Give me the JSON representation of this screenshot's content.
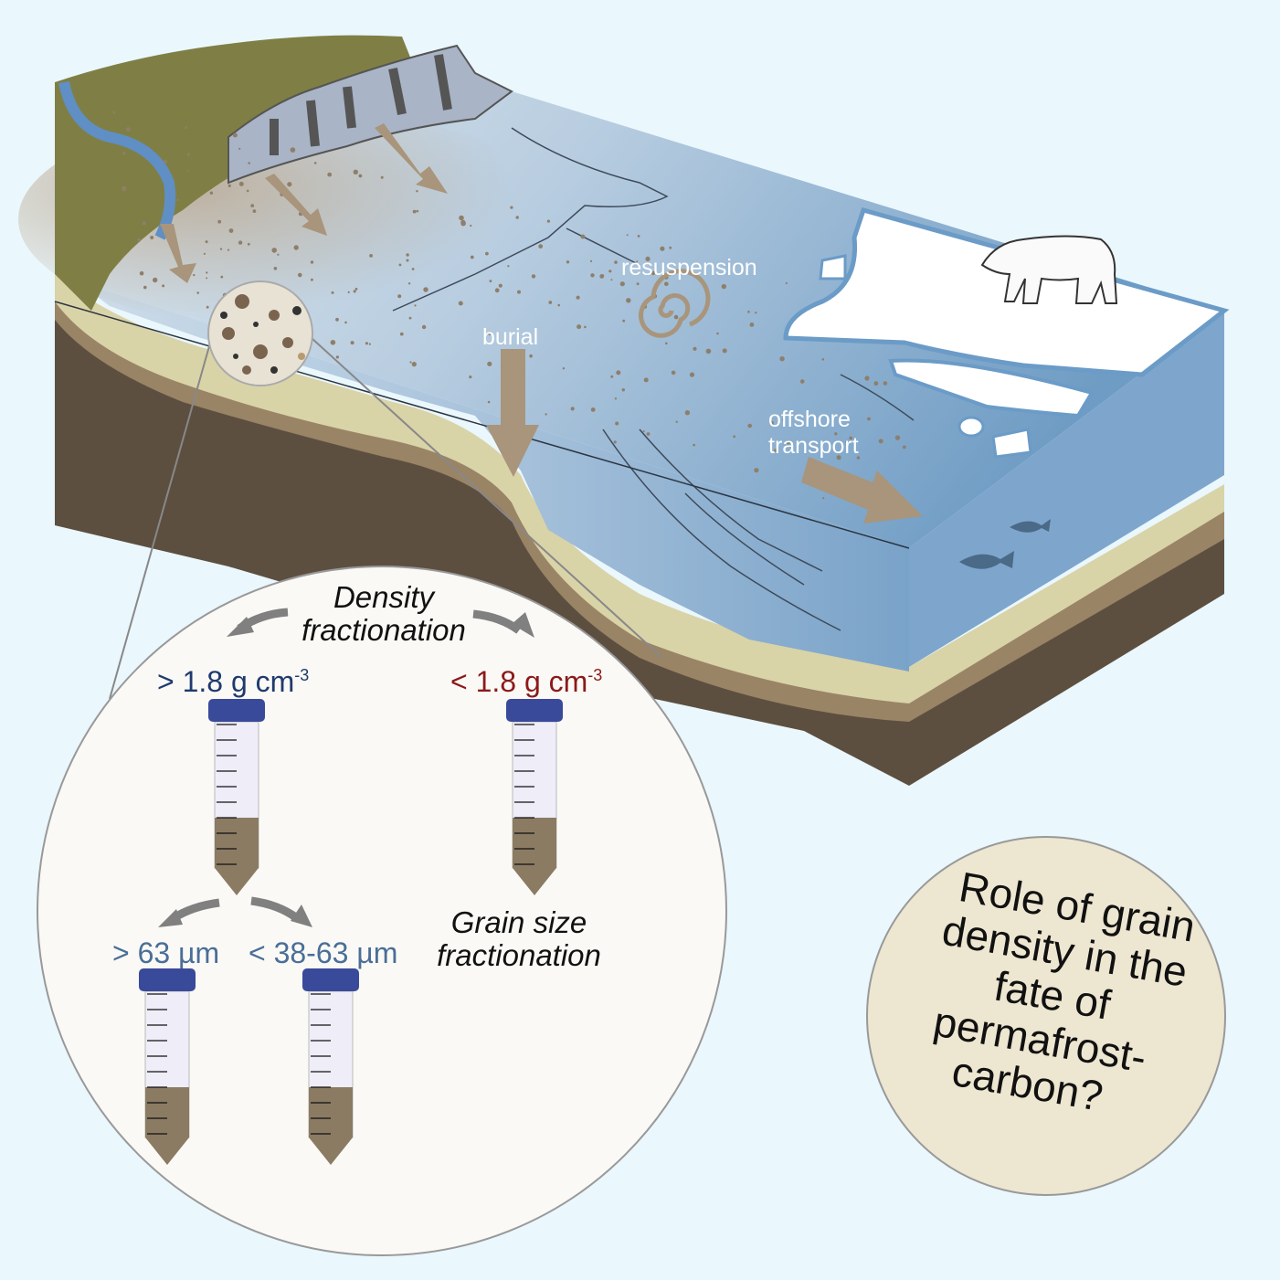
{
  "diagram": {
    "labels": {
      "resuspension": "resuspension",
      "burial": "burial",
      "offshore_line1": "offshore",
      "offshore_line2": "transport"
    },
    "inset": {
      "density_line1": "Density",
      "density_line2": "fractionation",
      "heavy_fraction": "> 1.8 g cm",
      "heavy_exp": "-3",
      "light_fraction": "< 1.8 g cm",
      "light_exp": "-3",
      "grain_line1": "Grain size",
      "grain_line2": "fractionation",
      "coarse_fraction": "> 63 µm",
      "fine_fraction": "< 38-63 µm"
    },
    "question": {
      "lines": [
        "Role of grain",
        "density in the",
        "fate of",
        "permafrost-",
        "carbon?"
      ]
    },
    "colors": {
      "background": "#eaf7fd",
      "heavy_text": "#1f3a6e",
      "light_text": "#8b1a1a",
      "grain_text": "#4a6e98",
      "tube_cap": "#3a4a9a",
      "sediment": "#8b7b63",
      "question_fill": "#ede6d0"
    }
  }
}
